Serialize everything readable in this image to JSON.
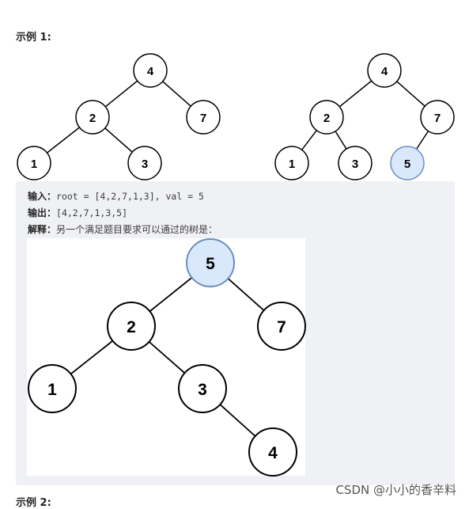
{
  "example1": {
    "heading": "示例 1:",
    "input_label": "输入：",
    "input_value": "root = [4,2,7,1,3], val = 5",
    "output_label": "输出：",
    "output_value": "[4,2,7,1,3,5]",
    "explain_label": "解释：",
    "explain_text": "另一个满足题目要求可以通过的树是："
  },
  "example2": {
    "heading": "示例 2:"
  },
  "tree_before": {
    "nodes": [
      "4",
      "2",
      "7",
      "1",
      "3"
    ]
  },
  "tree_after": {
    "nodes": [
      "4",
      "2",
      "7",
      "1",
      "3",
      "5"
    ]
  },
  "tree_alternative": {
    "nodes": [
      "5",
      "2",
      "7",
      "1",
      "3",
      "4"
    ]
  },
  "colors": {
    "node_fill": "#ffffff",
    "node_stroke": "#000000",
    "inserted_fill": "#dae8fc",
    "inserted_stroke": "#6c8ebf",
    "example_bg": "#f0f1f4"
  },
  "watermark": "CSDN @小小的香辛料"
}
